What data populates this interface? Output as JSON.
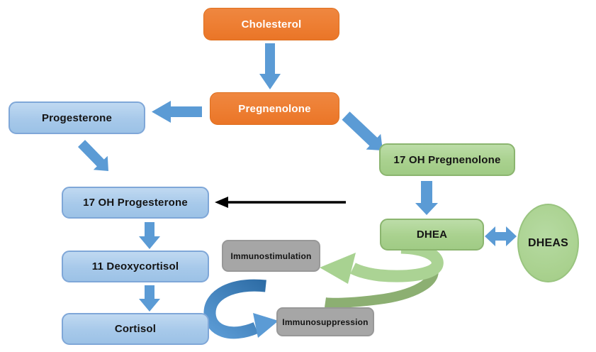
{
  "nodes": {
    "cholesterol": {
      "label": "Cholesterol",
      "shape": "rounded-rect",
      "fill": "#ED7D31",
      "text_color": "#FFFFFF"
    },
    "pregnenolone": {
      "label": "Pregnenolone",
      "shape": "rounded-rect",
      "fill": "#ED7D31",
      "text_color": "#FFFFFF"
    },
    "progesterone": {
      "label": "Progesterone",
      "shape": "rounded-rect",
      "fill": "#A7C9EA",
      "text_color": "#141414"
    },
    "oh17_pregnenolone": {
      "label": "17 OH Pregnenolone",
      "shape": "rounded-rect",
      "fill": "#A9D18E",
      "text_color": "#141414"
    },
    "oh17_progesterone": {
      "label": "17 OH Progesterone",
      "shape": "rounded-rect",
      "fill": "#A7C9EA",
      "text_color": "#141414"
    },
    "dhea": {
      "label": "DHEA",
      "shape": "rounded-rect",
      "fill": "#A9D18E",
      "text_color": "#141414"
    },
    "dheas": {
      "label": "DHEAS",
      "shape": "ellipse",
      "fill": "#A9D18E",
      "text_color": "#141414"
    },
    "deoxycortisol_11": {
      "label": "11 Deoxycortisol",
      "shape": "rounded-rect",
      "fill": "#A7C9EA",
      "text_color": "#141414"
    },
    "cortisol": {
      "label": "Cortisol",
      "shape": "rounded-rect",
      "fill": "#A7C9EA",
      "text_color": "#141414"
    },
    "immunostimulation": {
      "label": "Immunostimulation",
      "shape": "rounded-rect",
      "fill": "#A6A6A6",
      "text_color": "#141414"
    },
    "immunosuppression": {
      "label": "Immunosuppression",
      "shape": "rounded-rect",
      "fill": "#A6A6A6",
      "text_color": "#141414"
    }
  },
  "edges": [
    {
      "from": "Cholesterol",
      "to": "Pregnenolone",
      "style": "thick-blue-block-arrow",
      "direction": "down"
    },
    {
      "from": "Pregnenolone",
      "to": "Progesterone",
      "style": "thick-blue-block-arrow",
      "direction": "left"
    },
    {
      "from": "Pregnenolone",
      "to": "17 OH Pregnenolone",
      "style": "thick-blue-block-arrow",
      "direction": "down-right"
    },
    {
      "from": "Progesterone",
      "to": "17 OH Progesterone",
      "style": "thick-blue-block-arrow",
      "direction": "down-right"
    },
    {
      "from": "17 OH Pregnenolone",
      "to": "17 OH Progesterone",
      "style": "thin-black-arrow",
      "direction": "left"
    },
    {
      "from": "17 OH Pregnenolone",
      "to": "DHEA",
      "style": "thick-blue-block-arrow",
      "direction": "down"
    },
    {
      "from": "17 OH Progesterone",
      "to": "11 Deoxycortisol",
      "style": "thick-blue-block-arrow",
      "direction": "down"
    },
    {
      "from": "11 Deoxycortisol",
      "to": "Cortisol",
      "style": "thick-blue-block-arrow",
      "direction": "down"
    },
    {
      "from": "DHEA",
      "to": "DHEAS",
      "style": "double-headed-blue-block-arrow",
      "bidirectional": true
    },
    {
      "from": "Cortisol",
      "to": "Immunosuppression",
      "style": "curved-blue-ribbon-arrow"
    },
    {
      "from": "DHEA",
      "to": "Immunostimulation",
      "style": "curved-green-ribbon-arrow"
    }
  ],
  "colors": {
    "background": "#FFFFFF",
    "orange_box": "#ED7D31",
    "blue_box": "#A7C9EA",
    "green_box": "#A9D18E",
    "gray_box": "#A6A6A6",
    "blue_arrow": "#5B9BD5",
    "blue_ribbon_dark": "#2E6DA6",
    "green_ribbon_light": "#ABD394",
    "green_ribbon_dark": "#8CAF72",
    "black_arrow": "#000000"
  }
}
